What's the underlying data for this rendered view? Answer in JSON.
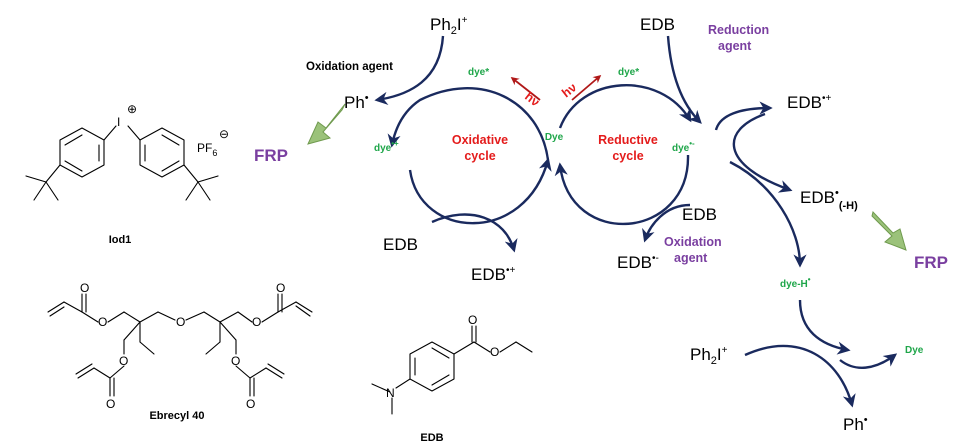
{
  "molecules": {
    "iod1": {
      "name": "Iod1",
      "iodine": "I",
      "plus": "⊕",
      "counterion": "PF",
      "counterion_sub": "6",
      "minus": "⊖"
    },
    "ebecryl": {
      "name": "Ebrecyl 40",
      "o": "O"
    },
    "edb": {
      "name": "EDB",
      "o": "O",
      "n": "N"
    }
  },
  "oxidative": {
    "ph2i": "Ph",
    "ph2i_sub": "2",
    "ph2i_sup": "I",
    "ph2i_plus": "+",
    "agent": "Oxidation agent",
    "ph": "Ph",
    "dye_star": "dye*",
    "dye_radcat": "dye",
    "dye_radcat_sup": "•+",
    "cycle_line1": "Oxidative",
    "cycle_line2": "cycle",
    "hv": "hν",
    "edb": "EDB",
    "edb_radcat": "EDB",
    "edb_radcat_sup": "•+"
  },
  "center": {
    "dye": "Dye"
  },
  "reductive": {
    "edb": "EDB",
    "agent_line1": "Reduction",
    "agent_line2": "agent",
    "hv": "hν",
    "dye_star": "dye*",
    "dye_radan": "dye",
    "dye_radan_sup": "•-",
    "cycle_line1": "Reductive",
    "cycle_line2": "cycle",
    "edb_radcat": "EDB",
    "edb_radcat_sup": "•+",
    "edb_h": "EDB",
    "edb_h_sup": "•",
    "edb_h_sub": "(-H)",
    "edb_bottom": "EDB",
    "edb_radan": "EDB",
    "edb_radan_sup": "•-",
    "ox_agent_line1": "Oxidation",
    "ox_agent_line2": "agent",
    "dye_h": "dye-H",
    "dye_h_sup": "•",
    "ph2i": "Ph",
    "ph2i_sub": "2",
    "ph2i_sup": "I",
    "ph2i_plus": "+",
    "dye": "Dye",
    "ph": "Ph",
    "ph_sup": "•"
  },
  "frp_left": "FRP",
  "frp_right": "FRP",
  "colors": {
    "arrow": "#1a2a5e",
    "green": "#1fa64a",
    "red": "#e41b1b",
    "purple": "#7a3fa0",
    "frp_arrow": "#9bc27a"
  }
}
